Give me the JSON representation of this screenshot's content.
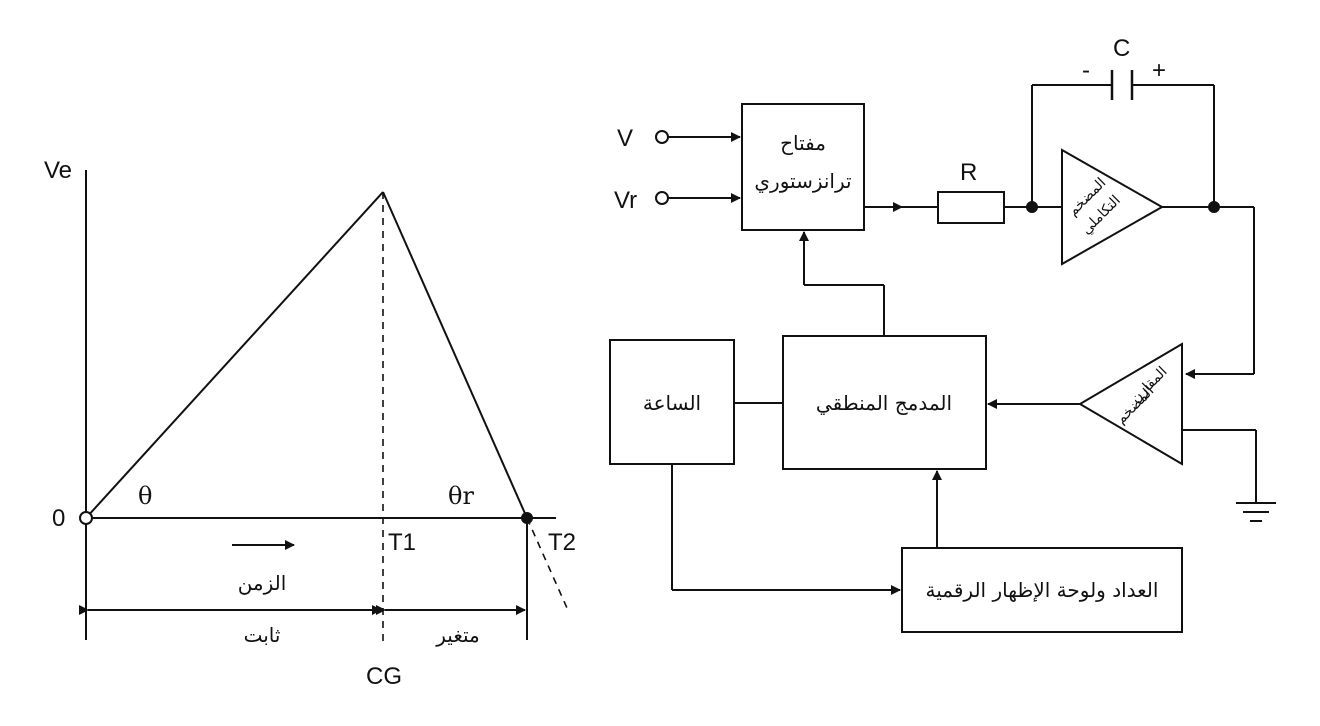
{
  "graph": {
    "y_axis_label": "Ve",
    "origin_label": "0",
    "theta_label": "θ",
    "theta_r_label": "θr",
    "t1_label": "T1",
    "t2_label": "T2",
    "time_label": "الزمن",
    "fixed_label": "ثابت",
    "variable_label": "متغير",
    "cg_label": "CG"
  },
  "circuit": {
    "input_v_label": "V",
    "input_vr_label": "Vr",
    "switch_line1": "مفتاح",
    "switch_line2": "ترانزستوري",
    "resistor_label": "R",
    "capacitor_label": "C",
    "cap_minus": "-",
    "cap_plus": "+",
    "integrator_line1": "المضخم",
    "integrator_line2": "التكاملي",
    "comparator_line1": "المقارن",
    "comparator_line2": "المضخم",
    "logic_label": "المدمج المنطقي",
    "clock_label": "الساعة",
    "counter_label": "العداد ولوحة الإظهار الرقمية"
  }
}
